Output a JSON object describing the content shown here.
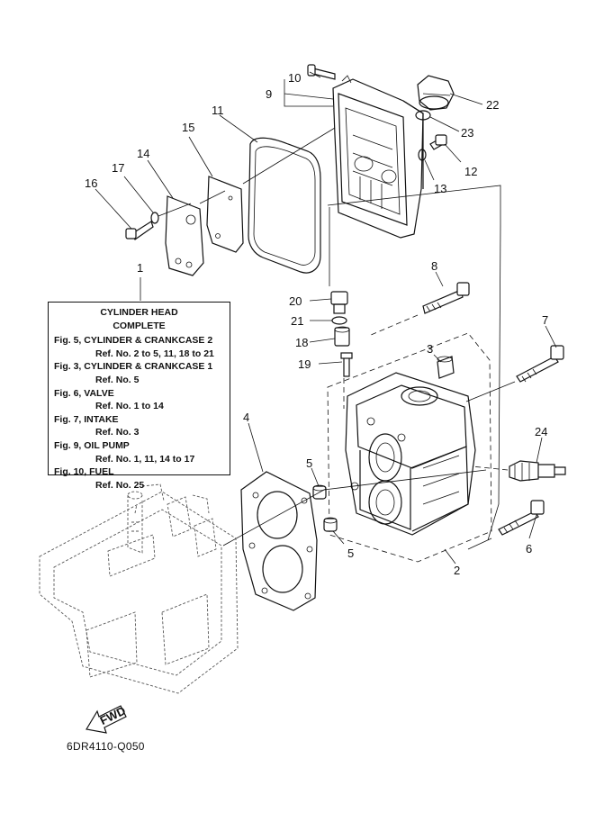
{
  "diagram_code": "6DR4110-Q050",
  "fwd_label": "FWD",
  "legend": {
    "title_line1": "CYLINDER HEAD",
    "title_line2": "COMPLETE",
    "entries": [
      {
        "fig": "Fig. 5, CYLINDER & CRANKCASE 2",
        "ref": "Ref. No. 2 to 5, 11, 18 to 21"
      },
      {
        "fig": "Fig. 3, CYLINDER & CRANKCASE 1",
        "ref": "Ref. No. 5"
      },
      {
        "fig": "Fig. 6, VALVE",
        "ref": "Ref. No. 1 to 14"
      },
      {
        "fig": "Fig. 7, INTAKE",
        "ref": "Ref. No. 3"
      },
      {
        "fig": "Fig. 9, OIL PUMP",
        "ref": "Ref. No. 1, 11, 14 to 17"
      },
      {
        "fig": "Fig. 10, FUEL",
        "ref": "Ref. No. 25"
      }
    ]
  },
  "callouts": {
    "c1": "1",
    "c2": "2",
    "c3": "3",
    "c4": "4",
    "c5a": "5",
    "c5b": "5",
    "c6": "6",
    "c7": "7",
    "c8": "8",
    "c9": "9",
    "c10": "10",
    "c11": "11",
    "c12": "12",
    "c13": "13",
    "c14": "14",
    "c15": "15",
    "c16": "16",
    "c17": "17",
    "c18": "18",
    "c19": "19",
    "c20": "20",
    "c21": "21",
    "c22": "22",
    "c23": "23",
    "c24": "24"
  }
}
